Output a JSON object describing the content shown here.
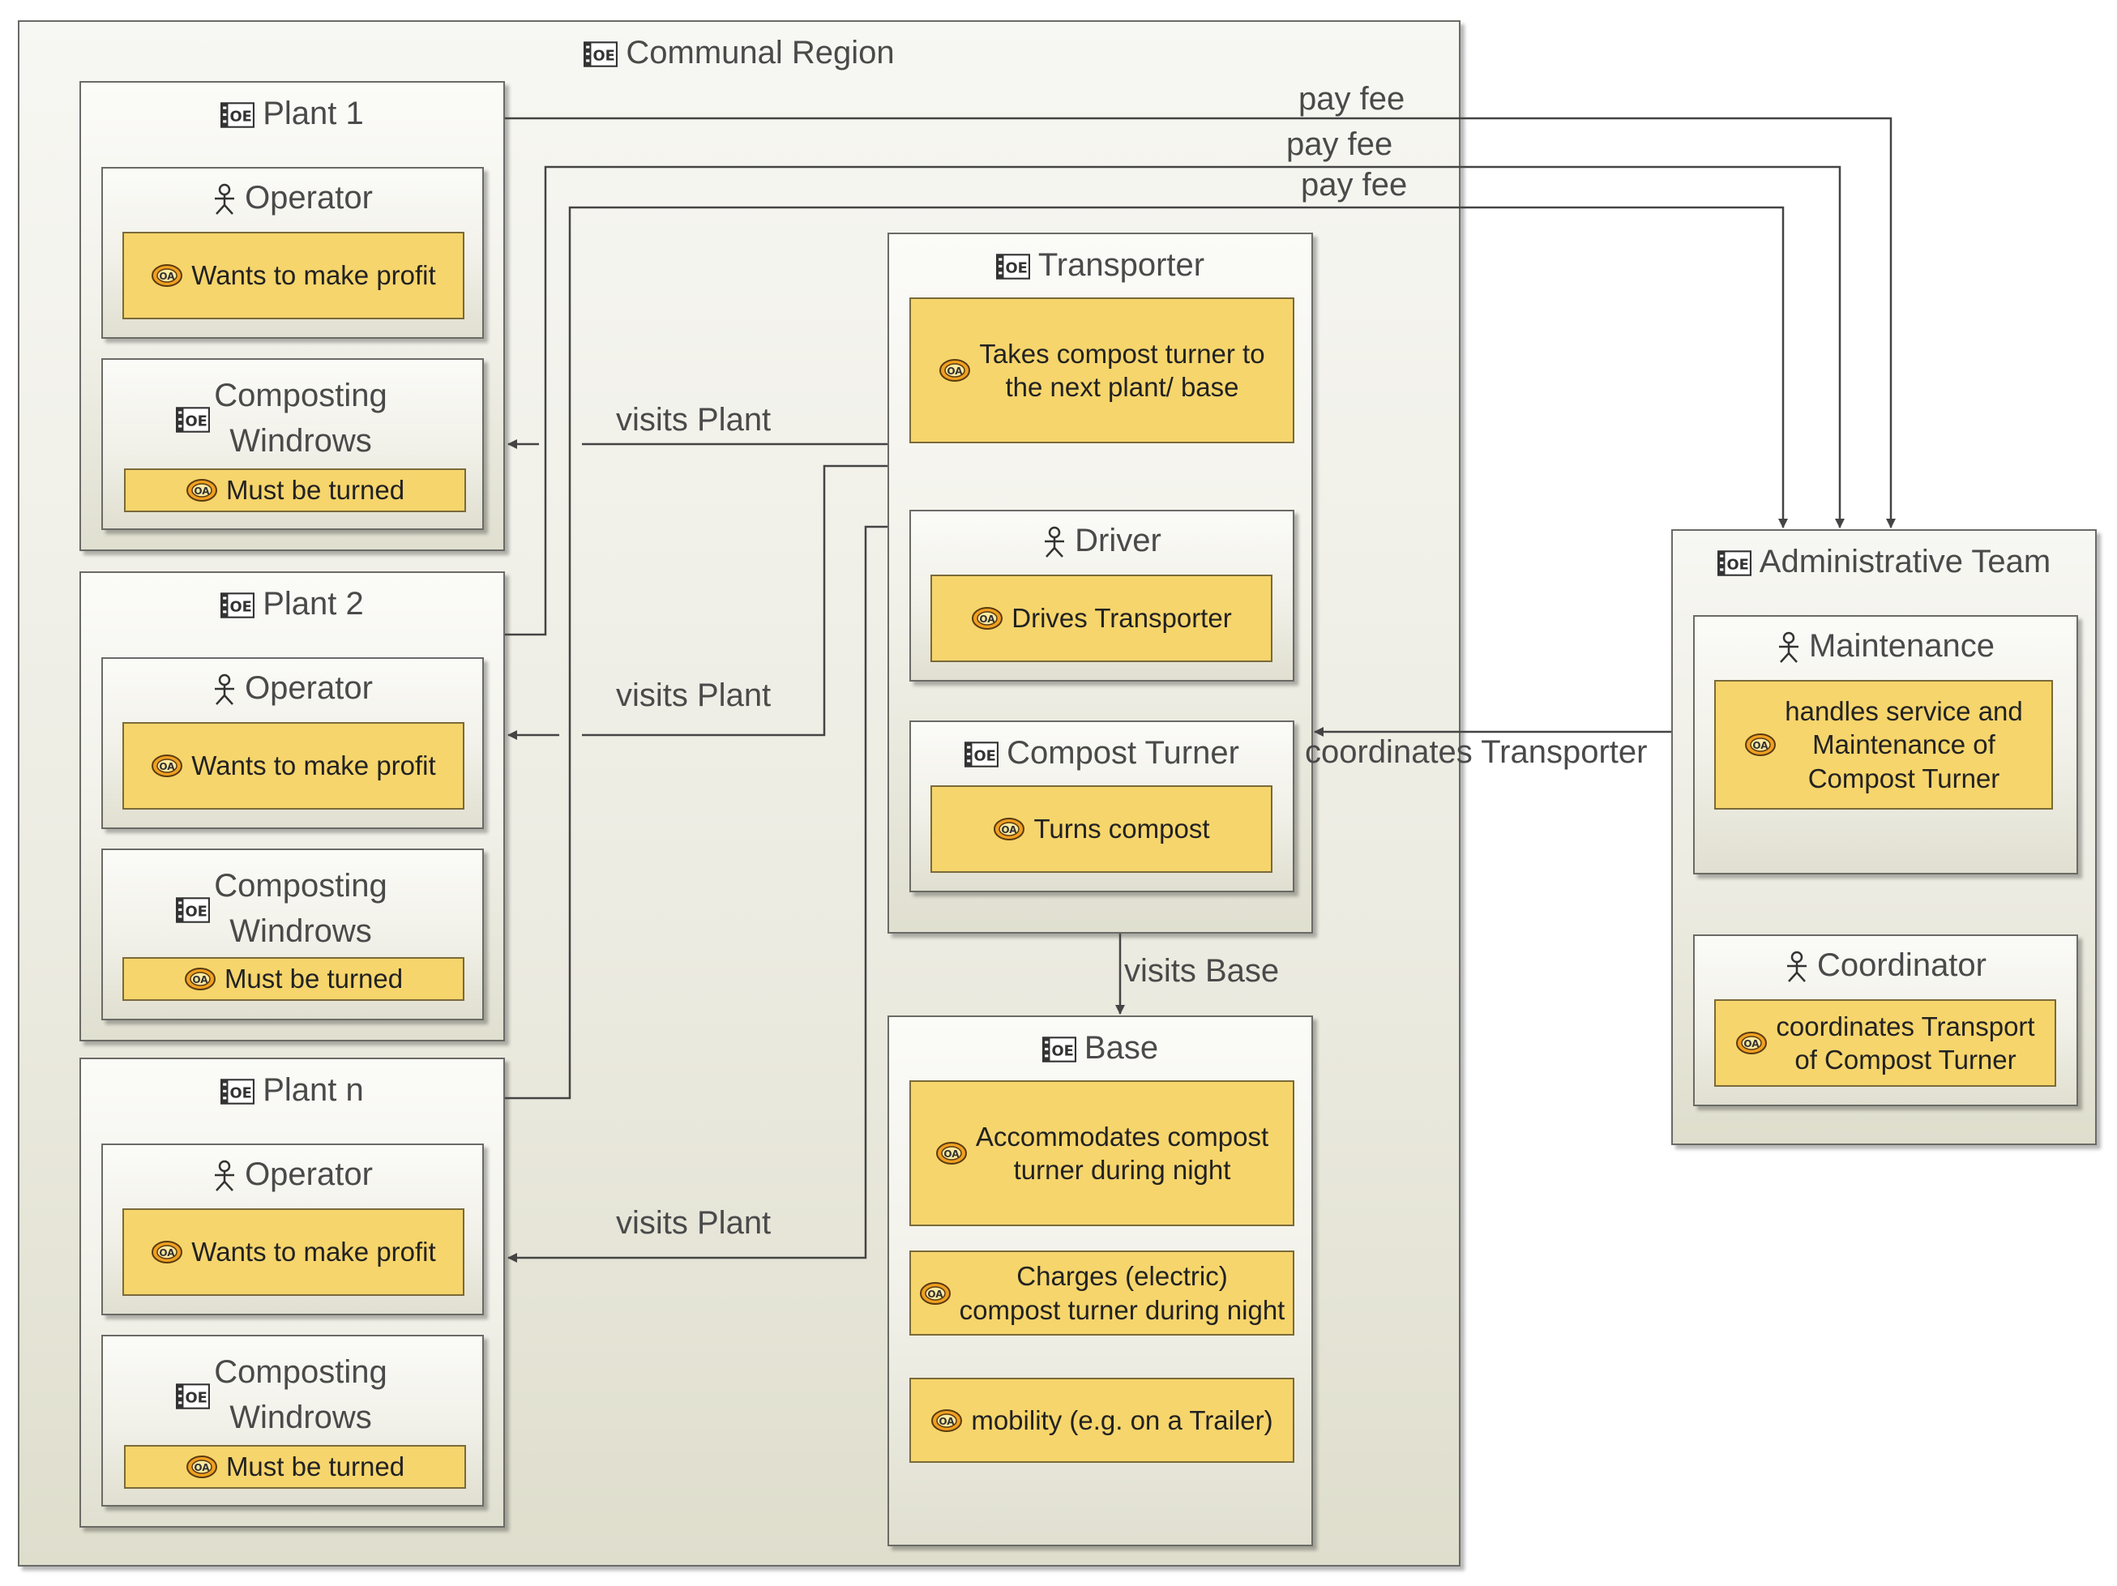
{
  "region": {
    "title": "Communal Region"
  },
  "plants": [
    {
      "title": "Plant 1",
      "operator": "Operator",
      "operator_goal": "Wants to make profit",
      "windrows": "Composting Windrows",
      "windrows_goal": "Must be turned"
    },
    {
      "title": "Plant 2",
      "operator": "Operator",
      "operator_goal": "Wants to make profit",
      "windrows": "Composting Windrows",
      "windrows_goal": "Must be turned"
    },
    {
      "title": "Plant n",
      "operator": "Operator",
      "operator_goal": "Wants to make profit",
      "windrows": "Composting Windrows",
      "windrows_goal": "Must be turned"
    }
  ],
  "transporter": {
    "title": "Transporter",
    "goal": "Takes compost turner to\nthe next plant/ base",
    "driver": {
      "title": "Driver",
      "goal": "Drives Transporter"
    },
    "turner": {
      "title": "Compost Turner",
      "goal": "Turns compost"
    }
  },
  "base": {
    "title": "Base",
    "goals": [
      "Accommodates compost\nturner during night",
      "Charges (electric)\ncompost turner during night",
      "mobility (e.g. on a Trailer)"
    ]
  },
  "admin": {
    "title": "Administrative Team",
    "maintenance": {
      "title": "Maintenance",
      "goal": "handles service and\nMaintenance of\nCompost Turner"
    },
    "coordinator": {
      "title": "Coordinator",
      "goal": "coordinates Transport\nof Compost Turner"
    }
  },
  "edges": {
    "pay_fee_1": "pay fee",
    "pay_fee_2": "pay fee",
    "pay_fee_3": "pay fee",
    "visits_plant_1": "visits Plant",
    "visits_plant_2": "visits Plant",
    "visits_plant_n": "visits Plant",
    "visits_base": "visits Base",
    "coordinates_transporter": "coordinates Transporter"
  },
  "colors": {
    "goal_fill": "#f6d56c",
    "line": "#444444",
    "border": "#6a6a66"
  },
  "icons": {
    "entity": "organization-icon",
    "actor": "actor-icon",
    "goal": "goal-icon"
  }
}
